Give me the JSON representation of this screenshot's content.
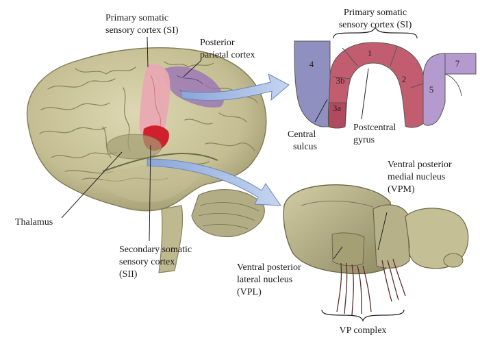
{
  "labels": {
    "si_brain_line1": "Primary somatic",
    "si_brain_line2": "sensory cortex (SI)",
    "ppc_line1": "Posterior",
    "ppc_line2": "parietal cortex",
    "si_section_line1": "Primary somatic",
    "si_section_line2": "sensory cortex (SI)",
    "central_line1": "Central",
    "central_line2": "sulcus",
    "postcentral_line1": "Postcentral",
    "postcentral_line2": "gyrus",
    "thalamus": "Thalamus",
    "sii_line1": "Secondary somatic",
    "sii_line2": "sensory cortex",
    "sii_line3": "(SII)",
    "vpm_line1": "Ventral posterior",
    "vpm_line2": "medial nucleus",
    "vpm_line3": "(VPM)",
    "vpl_line1": "Ventral posterior",
    "vpl_line2": "lateral nucleus",
    "vpl_line3": "(VPL)",
    "vp_complex": "VP complex"
  },
  "areas": {
    "a4": "4",
    "a3b": "3b",
    "a3a": "3a",
    "a1": "1",
    "a2": "2",
    "a5": "5",
    "a7": "7"
  },
  "colors": {
    "brain": "#c9c39a",
    "brain_dark": "#8f8a63",
    "si_pink": "#e8a6ae",
    "si_red": "#cc2233",
    "ppc_purple": "#a07ab8",
    "area4": "#8f8fbe",
    "area_si": "#c25a6e",
    "area57": "#b59ad0",
    "arrow": "#a8bfe6",
    "thalamus": "#b8b38a"
  }
}
